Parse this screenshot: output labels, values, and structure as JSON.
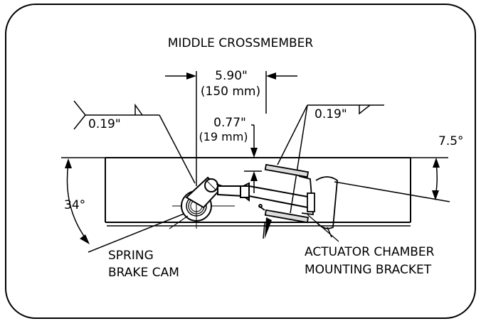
{
  "title": "MIDDLE CROSSMEMBER",
  "dimensions": {
    "spacing_in": "5.90\"",
    "spacing_mm": "(150 mm)",
    "offset_in": "0.77\"",
    "offset_mm": "(19 mm)",
    "weld_left": "0.19\"",
    "weld_right": "0.19\"",
    "angle_right": "7.5°",
    "angle_left": "34°"
  },
  "labels": {
    "cam_line1": "SPRING",
    "cam_line2": "BRAKE CAM",
    "bracket_line1": "ACTUATOR CHAMBER",
    "bracket_line2": "MOUNTING BRACKET"
  }
}
